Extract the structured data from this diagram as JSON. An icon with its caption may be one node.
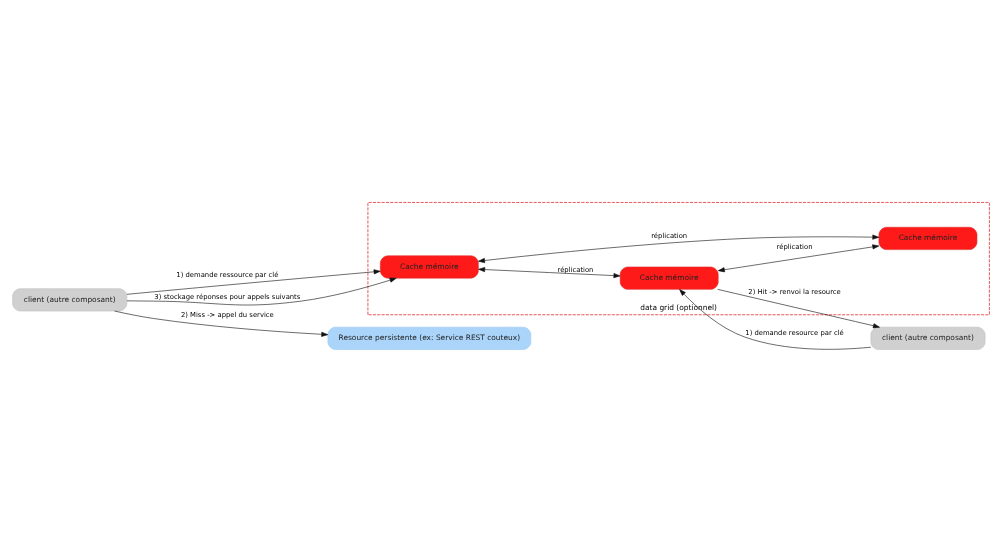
{
  "diagram": {
    "nodes": [
      {
        "text": [
          "client (autre composant)"
        ]
      },
      {
        "text": [
          "data grid (optionnel)"
        ]
      },
      {
        "text": [
          "Cache mémoire"
        ],
        "in": 1
      },
      {
        "text": [
          "Cache mémoire"
        ],
        "in": 1
      },
      {
        "text": [
          "Cache mémoire"
        ],
        "in": 1
      },
      {
        "text": [
          "Resource persistente (ex: Service REST couteux)"
        ]
      },
      {
        "text": [
          "client (autre composant)"
        ]
      }
    ],
    "edges": [
      {
        "from": 0,
        "to": 5,
        "arrow": "to",
        "label": "2) Miss -> appel du service"
      },
      {
        "from": 0,
        "to": 2,
        "arrow": "to",
        "label": "1) demande ressource par clé"
      },
      {
        "from": 0,
        "to": 2,
        "arrow": "to",
        "label": "3) stockage réponses pour appels suivants"
      },
      {
        "from": 6,
        "to": 3,
        "arrow": "to",
        "label": "1) demande resource par clé"
      },
      {
        "from": 3,
        "to": 6,
        "arrow": "to",
        "label": "2) Hit -> renvoi la resource"
      },
      {
        "from": 2,
        "to": 3,
        "arrow": "both",
        "label": "réplication"
      },
      {
        "from": 3,
        "to": 4,
        "arrow": "both",
        "label": "réplication"
      },
      {
        "from": 2,
        "to": 4,
        "arrow": "both",
        "label": "réplication"
      }
    ]
  }
}
